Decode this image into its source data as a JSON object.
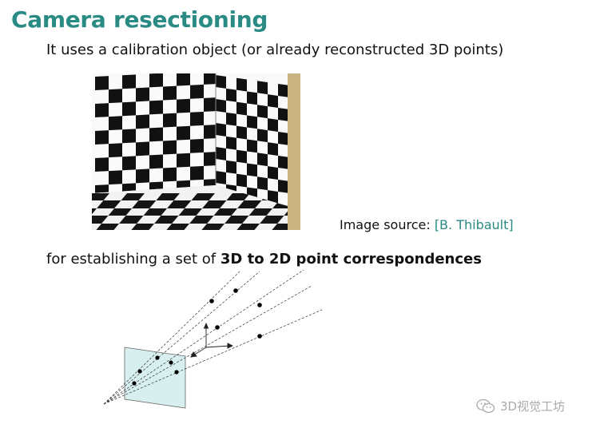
{
  "slide": {
    "title": "Camera resectioning",
    "intro": "It uses a calibration object (or already reconstructed 3D points)",
    "caption_prefix": "Image source:",
    "caption_citation": "[B. Thibault]",
    "bottom_prefix": "for establishing a set of",
    "bottom_bold": "3D to 2D point correspondences"
  },
  "watermark": {
    "text": "3D视觉工坊",
    "icon": "wechat-icon"
  },
  "colors": {
    "title": "#2a8a84",
    "citation": "#2a8a84",
    "image_plane": "#d8efef"
  }
}
